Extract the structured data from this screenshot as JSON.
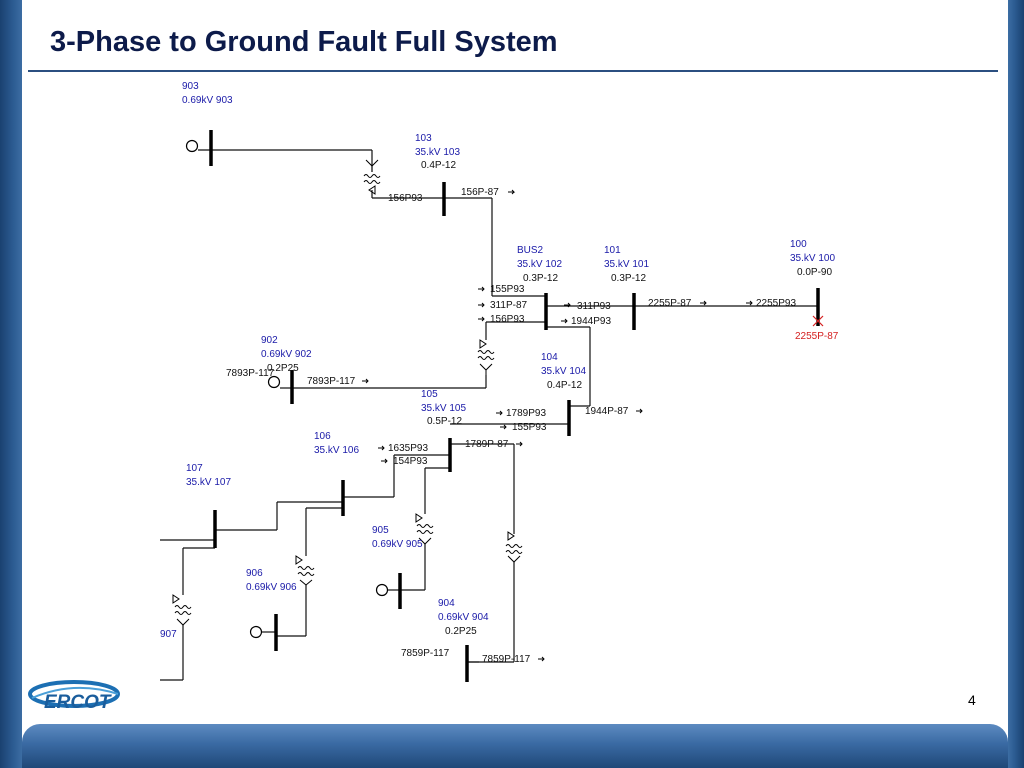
{
  "slide": {
    "title": "3-Phase to Ground Fault Full System",
    "page_number": "4",
    "logo_text": "ERCOT"
  },
  "colors": {
    "bus_label": "#1a1aa8",
    "value_label": "#111111",
    "fault": "#d42020",
    "frame": "#2c5c92"
  },
  "buses": {
    "b903": {
      "id": "903",
      "kv": "0.69kV 903"
    },
    "b103": {
      "id": "103",
      "kv": "35.kV 103",
      "value": "0.4P-12"
    },
    "bbus2": {
      "id": "BUS2",
      "kv": "35.kV 102",
      "value": "0.3P-12"
    },
    "b101": {
      "id": "101",
      "kv": "35.kV 101",
      "value": "0.3P-12"
    },
    "b100": {
      "id": "100",
      "kv": "35.kV 100",
      "value": "0.0P-90"
    },
    "b902": {
      "id": "902",
      "kv": "0.69kV 902",
      "value": "0.2P25"
    },
    "b104": {
      "id": "104",
      "kv": "35.kV 104",
      "value": "0.4P-12"
    },
    "b105": {
      "id": "105",
      "kv": "35.kV 105",
      "value": "0.5P-12"
    },
    "b106": {
      "id": "106",
      "kv": "35.kV 106"
    },
    "b107": {
      "id": "107",
      "kv": "35.kV 107"
    },
    "b905": {
      "id": "905",
      "kv": "0.69kV 905"
    },
    "b906": {
      "id": "906",
      "kv": "0.69kV 906"
    },
    "b904": {
      "id": "904",
      "kv": "0.69kV 904",
      "value": "0.2P25"
    },
    "b907_partial": "907"
  },
  "flows": {
    "f_156p93_a": "156P93",
    "f_156p_87": "156P-87",
    "f_155p93_a": "155P93",
    "f_311p_87": "311P-87",
    "f_156p93_b": "156P93",
    "f_311p93": "311P93",
    "f_1944p93": "1944P93",
    "f_2255p_87": "2255P-87",
    "f_2255p93": "2255P93",
    "f_fault": "2255P-87",
    "f_7893p_117_a": "7893P-117",
    "f_7893p_117_b": "7893P-117",
    "f_1789p93": "1789P93",
    "f_155p93_b": "155P93",
    "f_1944p_87": "1944P-87",
    "f_1635p93": "1635P93",
    "f_154p93": "154P93",
    "f_1789p_87": "1789P-87",
    "f_7859p_117_a": "7859P-117",
    "f_7859p_117_b": "7859P-117"
  }
}
